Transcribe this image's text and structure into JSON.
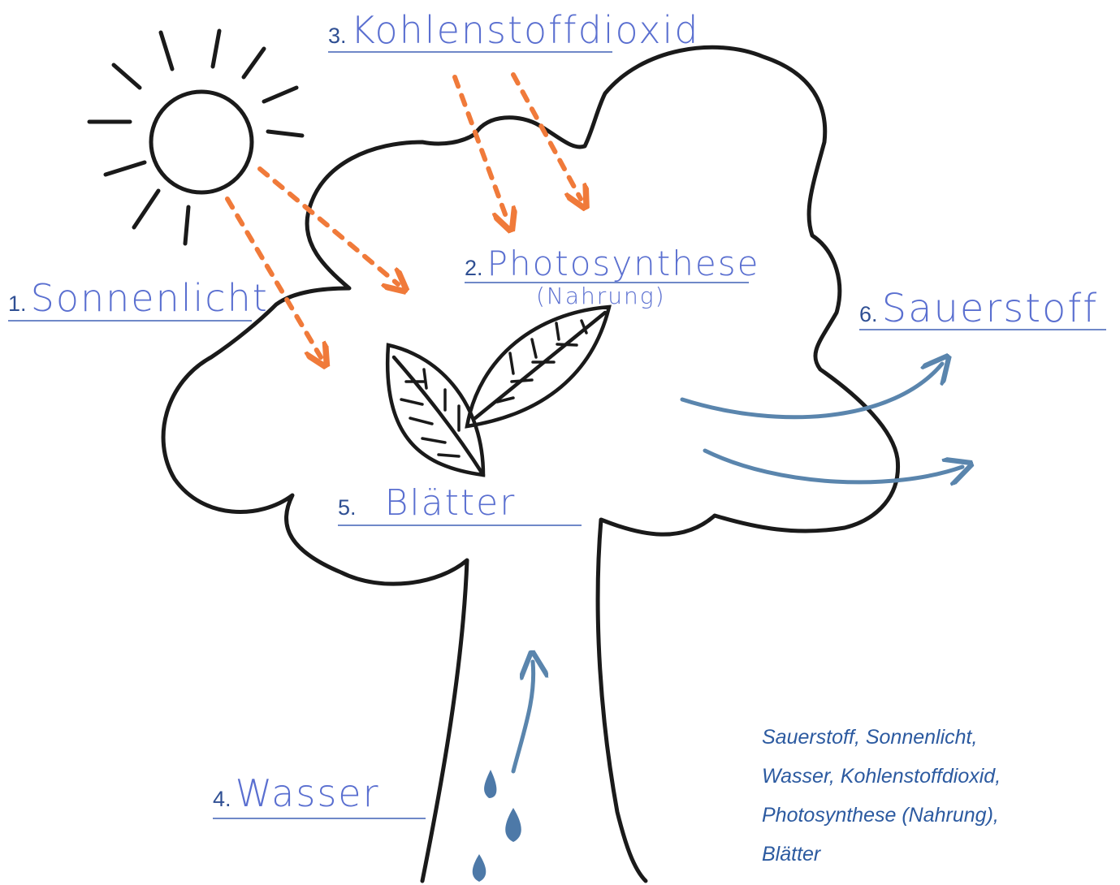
{
  "labels": {
    "sun": {
      "number": "1.",
      "text": "Sonnenlicht"
    },
    "photosynthesis": {
      "number": "2.",
      "text": "Photosynthese",
      "sub": "(Nahrung)"
    },
    "co2": {
      "number": "3.",
      "text": "Kohlenstoffdioxid"
    },
    "water": {
      "number": "4.",
      "text": "Wasser"
    },
    "leaves": {
      "number": "5.",
      "text": "Blätter"
    },
    "oxygen": {
      "number": "6.",
      "text": "Sauerstoff"
    }
  },
  "word_bank": [
    "Sauerstoff, Sonnenlicht,",
    "Wasser, Kohlenstoffdioxid,",
    "Photosynthese (Nahrung),",
    "Blätter"
  ],
  "colors": {
    "outline": "#1a1a1a",
    "sun_arrows": "#f07a3a",
    "oxygen_arrows": "#5a85ad",
    "water": "#4d79a8",
    "handwriting": "#5a6fd0",
    "numbers": "#2f4f93",
    "word_bank": "#2c5aa0"
  }
}
